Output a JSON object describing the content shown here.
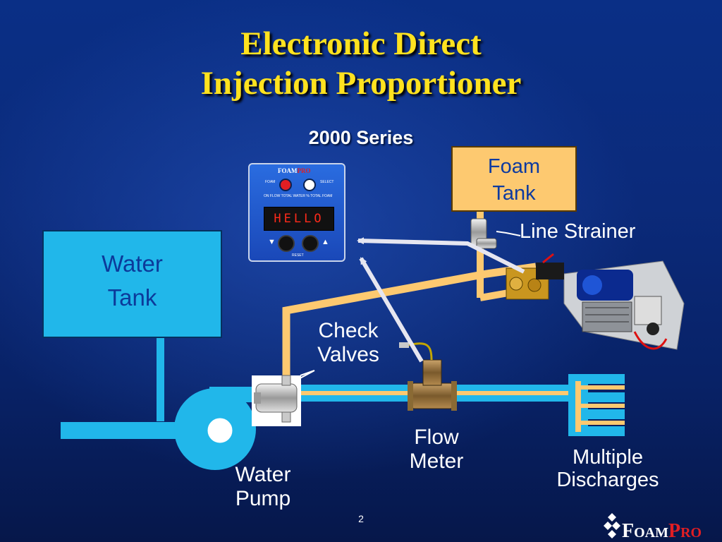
{
  "slide": {
    "title_line1": "Electronic Direct",
    "title_line2": "Injection Proportioner",
    "subtitle": "2000 Series",
    "page_number": "2"
  },
  "labels": {
    "foam_tank_line1": "Foam",
    "foam_tank_line2": "Tank",
    "water_tank_line1": "Water",
    "water_tank_line2": "Tank",
    "line_strainer": "Line Strainer",
    "check_valves_line1": "Check",
    "check_valves_line2": "Valves",
    "flow_meter_line1": "Flow",
    "flow_meter_line2": "Meter",
    "water_pump_line1": "Water",
    "water_pump_line2": "Pump",
    "multiple_discharges_line1": "Multiple",
    "multiple_discharges_line2": "Discharges"
  },
  "control_panel": {
    "brand_main": "FOAM",
    "brand_accent": "PRO",
    "foam_label": "FOAM",
    "select_label": "SELECT",
    "scale_labels": "ON   FLOW   TOTAL WATER   %   TOTAL FOAM",
    "display_text": "HELLO",
    "reset_label": "RESET"
  },
  "logo": {
    "brand_main_initial": "F",
    "brand_main_rest": "OAM",
    "brand_accent_initial": "P",
    "brand_accent_rest": "RO"
  },
  "colors": {
    "background": "#0b2a7a",
    "title": "#ffe21f",
    "water_line": "#21b7ea",
    "foam_line": "#fdc970",
    "pointer_arrows": "#e6e6f0",
    "accent_red": "#e21e23"
  },
  "icons": {
    "pump": "centrifugal-pump-icon",
    "flow_meter": "flow-meter-icon",
    "check_valve": "check-valve-icon",
    "strainer": "line-strainer-icon",
    "pump_assembly": "foam-pump-motor-icon",
    "discharge_manifold": "discharge-manifold-icon"
  }
}
